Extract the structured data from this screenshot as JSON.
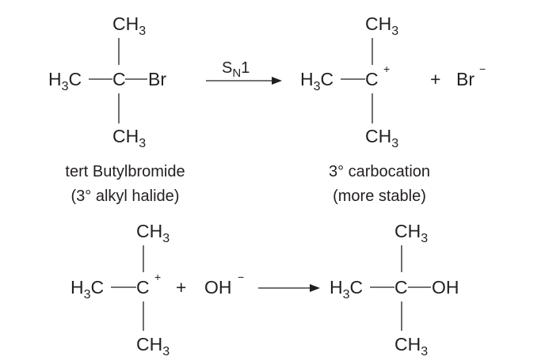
{
  "reaction1": {
    "reactant": {
      "top": "CH3",
      "left": "H3C",
      "center": "C",
      "right": "Br",
      "bottom": "CH3"
    },
    "reagent": "SN1",
    "product": {
      "top": "CH3",
      "left": "H3C",
      "center": "C",
      "charge": "+",
      "bottom": "CH3"
    },
    "plus": "+",
    "ion": {
      "symbol": "Br",
      "charge": "−"
    },
    "reactant_caption": [
      "tert Butylbromide",
      "(3° alkyl halide)"
    ],
    "product_caption": [
      "3° carbocation",
      "(more stable)"
    ]
  },
  "reaction2": {
    "reactant": {
      "top": "CH3",
      "left": "H3C",
      "center": "C",
      "charge": "+",
      "bottom": "CH3"
    },
    "plus": "+",
    "ion": {
      "symbol": "OH",
      "charge": "−"
    },
    "product": {
      "top": "CH3",
      "left": "H3C",
      "center": "C",
      "right": "OH",
      "bottom": "CH3"
    }
  }
}
